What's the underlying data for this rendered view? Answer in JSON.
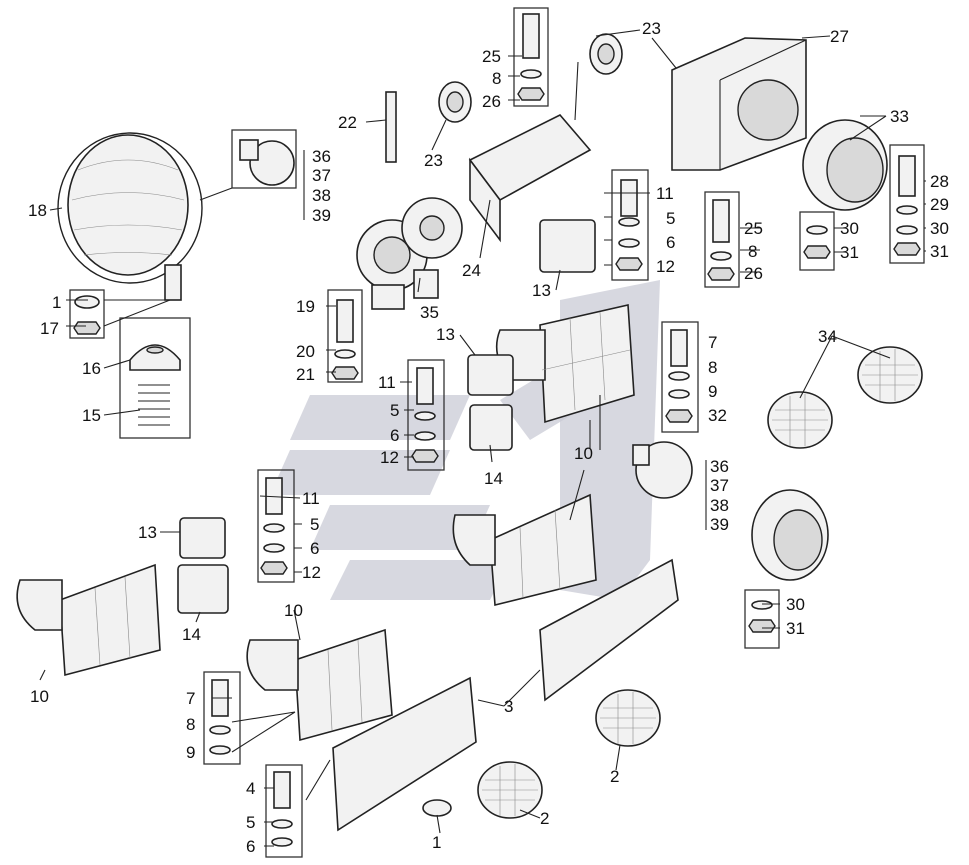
{
  "diagram": {
    "callouts": [
      "1",
      "2",
      "3",
      "4",
      "5",
      "6",
      "7",
      "8",
      "9",
      "10",
      "11",
      "12",
      "13",
      "14",
      "15",
      "16",
      "17",
      "18",
      "19",
      "20",
      "21",
      "22",
      "23",
      "24",
      "25",
      "26",
      "27",
      "28",
      "29",
      "30",
      "31",
      "32",
      "33",
      "34",
      "35",
      "36",
      "37",
      "38",
      "39"
    ],
    "labels": {
      "l1a": "1",
      "l17": "17",
      "l16": "16",
      "l15": "15",
      "l18": "18",
      "l36a": "36",
      "l37a": "37",
      "l38a": "38",
      "l39a": "39",
      "l22": "22",
      "l23a": "23",
      "l23b": "23",
      "l24": "24",
      "l25a": "25",
      "l8a": "8",
      "l26a": "26",
      "l27": "27",
      "l33": "33",
      "l28": "28",
      "l29": "29",
      "l30a": "30",
      "l31a": "31",
      "l30b": "30",
      "l31b": "31",
      "l11a": "11",
      "l5a": "5",
      "l6a": "6",
      "l12a": "12",
      "l13a": "13",
      "l25b": "25",
      "l8b": "8",
      "l26b": "26",
      "l19": "19",
      "l20": "20",
      "l21": "21",
      "l35": "35",
      "l13b": "13",
      "l11b": "11",
      "l5b": "5",
      "l6b": "6",
      "l12b": "12",
      "l14a": "14",
      "l7a": "7",
      "l8c": "8",
      "l9a": "9",
      "l32": "32",
      "l34": "34",
      "l10a": "10",
      "l36b": "36",
      "l37b": "37",
      "l38b": "38",
      "l39b": "39",
      "l11c": "11",
      "l13c": "13",
      "l5c": "5",
      "l6c": "6",
      "l12c": "12",
      "l14b": "14",
      "l10b": "10",
      "l10c": "10",
      "l30c": "30",
      "l31c": "31",
      "l7b": "7",
      "l8d": "8",
      "l9b": "9",
      "l3": "3",
      "l2a": "2",
      "l4": "4",
      "l5d": "5",
      "l6d": "6",
      "l1b": "1",
      "l2b": "2"
    }
  }
}
